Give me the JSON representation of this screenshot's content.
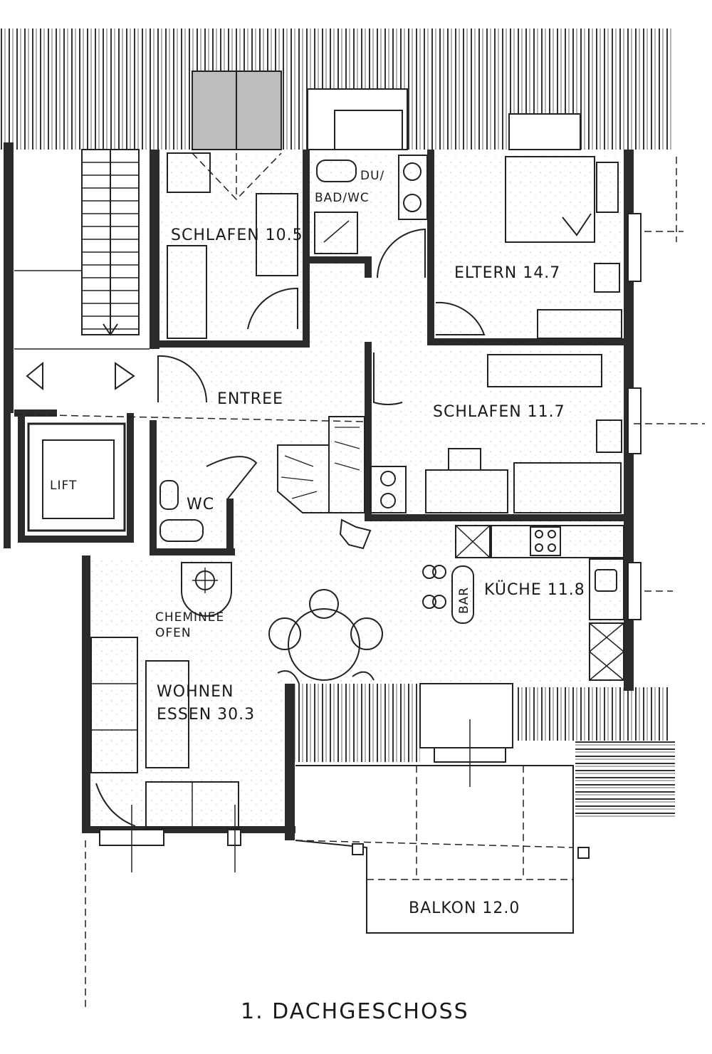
{
  "plan": {
    "title": "1. DACHGESCHOSS",
    "rooms": {
      "du_top": "DU/",
      "du_bottom": "BAD/WC",
      "schlafen1": "SCHLAFEN 10.5",
      "eltern": "ELTERN 14.7",
      "entree": "ENTREE",
      "schlafen2": "SCHLAFEN 11.7",
      "lift": "LIFT",
      "wc": "WC",
      "bar": "BAR",
      "kueche": "KÜCHE 11.8",
      "cheminee_top": "CHEMINEE",
      "cheminee_bottom": "OFEN",
      "wohnen_top": "WOHNEN",
      "wohnen_bottom": "ESSEN  30.3",
      "balkon": "BALKON 12.0"
    }
  }
}
